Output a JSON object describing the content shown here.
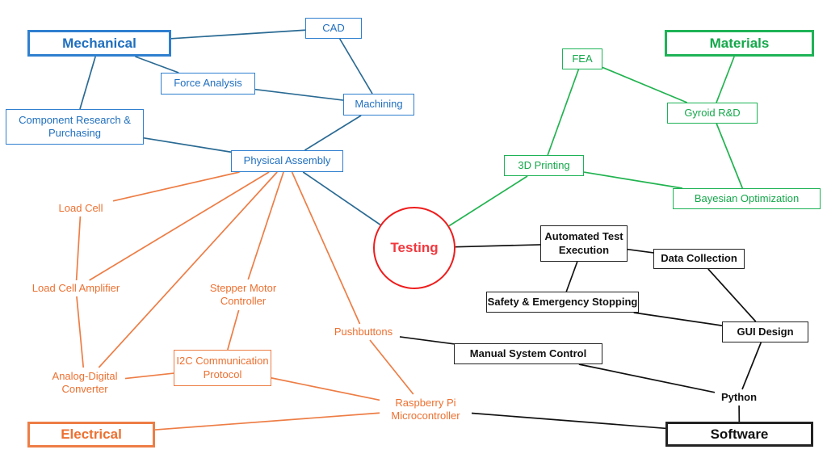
{
  "colors": {
    "mechanical": "#1f6fbf",
    "materials": "#14a84a",
    "electrical": "#ed7030",
    "software": "#111111",
    "testing": "#ee1c1c",
    "edge_blue": "#2a6a93",
    "edge_green": "#22b350",
    "edge_orange": "#ed7d45",
    "edge_black": "#111111"
  },
  "nodes": {
    "mechanical": "Mechanical",
    "cad": "CAD",
    "force": "Force Analysis",
    "machining": "Machining",
    "component": "Component Research &\nPurchasing",
    "assembly": "Physical Assembly",
    "materials": "Materials",
    "fea": "FEA",
    "gyroid": "Gyroid R&D",
    "printing": "3D Printing",
    "bayesian": "Bayesian Optimization",
    "testing": "Testing",
    "automated": "Automated Test\nExecution",
    "datacollection": "Data Collection",
    "safety": "Safety & Emergency Stopping",
    "gui": "GUI Design",
    "manual": "Manual System Control",
    "python": "Python",
    "software": "Software",
    "loadcell": "Load Cell",
    "amplifier": "Load Cell Amplifier",
    "adc": "Analog-Digital\nConverter",
    "stepper": "Stepper Motor\nController",
    "i2c": "I2C Communication\nProtocol",
    "pushbuttons": "Pushbuttons",
    "rpi": "Raspberry Pi\nMicrocontroller",
    "electrical": "Electrical"
  },
  "edges": [
    {
      "from": "mechanical",
      "to": "cad",
      "color": "edge_blue"
    },
    {
      "from": "mechanical",
      "to": "force",
      "color": "edge_blue"
    },
    {
      "from": "mechanical",
      "to": "component",
      "color": "edge_blue"
    },
    {
      "from": "cad",
      "to": "machining",
      "color": "edge_blue"
    },
    {
      "from": "force",
      "to": "machining",
      "color": "edge_blue"
    },
    {
      "from": "machining",
      "to": "assembly",
      "color": "edge_blue"
    },
    {
      "from": "component",
      "to": "assembly",
      "color": "edge_blue"
    },
    {
      "from": "assembly",
      "to": "testing",
      "color": "edge_blue"
    },
    {
      "from": "materials",
      "to": "gyroid",
      "color": "edge_green"
    },
    {
      "from": "fea",
      "to": "gyroid",
      "color": "edge_green"
    },
    {
      "from": "fea",
      "to": "printing",
      "color": "edge_green"
    },
    {
      "from": "gyroid",
      "to": "bayesian",
      "color": "edge_green"
    },
    {
      "from": "printing",
      "to": "bayesian",
      "color": "edge_green"
    },
    {
      "from": "printing",
      "to": "testing",
      "color": "edge_green"
    },
    {
      "from": "testing",
      "to": "automated",
      "color": "edge_black"
    },
    {
      "from": "automated",
      "to": "datacollection",
      "color": "edge_black"
    },
    {
      "from": "automated",
      "to": "safety",
      "color": "edge_black"
    },
    {
      "from": "datacollection",
      "to": "gui",
      "color": "edge_black"
    },
    {
      "from": "safety",
      "to": "gui",
      "color": "edge_black"
    },
    {
      "from": "gui",
      "to": "python",
      "color": "edge_black"
    },
    {
      "from": "manual",
      "to": "python",
      "color": "edge_black"
    },
    {
      "from": "python",
      "to": "software",
      "color": "edge_black"
    },
    {
      "from": "pushbuttons",
      "to": "manual",
      "color": "edge_black"
    },
    {
      "from": "rpi",
      "to": "software",
      "color": "edge_black"
    },
    {
      "from": "assembly",
      "to": "loadcell",
      "color": "edge_orange"
    },
    {
      "from": "assembly",
      "to": "amplifier",
      "color": "edge_orange"
    },
    {
      "from": "assembly",
      "to": "adc",
      "color": "edge_orange"
    },
    {
      "from": "assembly",
      "to": "stepper",
      "color": "edge_orange"
    },
    {
      "from": "assembly",
      "to": "pushbuttons",
      "color": "edge_orange"
    },
    {
      "from": "loadcell",
      "to": "amplifier",
      "color": "edge_orange"
    },
    {
      "from": "amplifier",
      "to": "adc",
      "color": "edge_orange"
    },
    {
      "from": "adc",
      "to": "i2c",
      "color": "edge_orange"
    },
    {
      "from": "stepper",
      "to": "i2c",
      "color": "edge_orange"
    },
    {
      "from": "i2c",
      "to": "rpi",
      "color": "edge_orange"
    },
    {
      "from": "pushbuttons",
      "to": "rpi",
      "color": "edge_orange"
    },
    {
      "from": "electrical",
      "to": "rpi",
      "color": "edge_orange"
    }
  ]
}
